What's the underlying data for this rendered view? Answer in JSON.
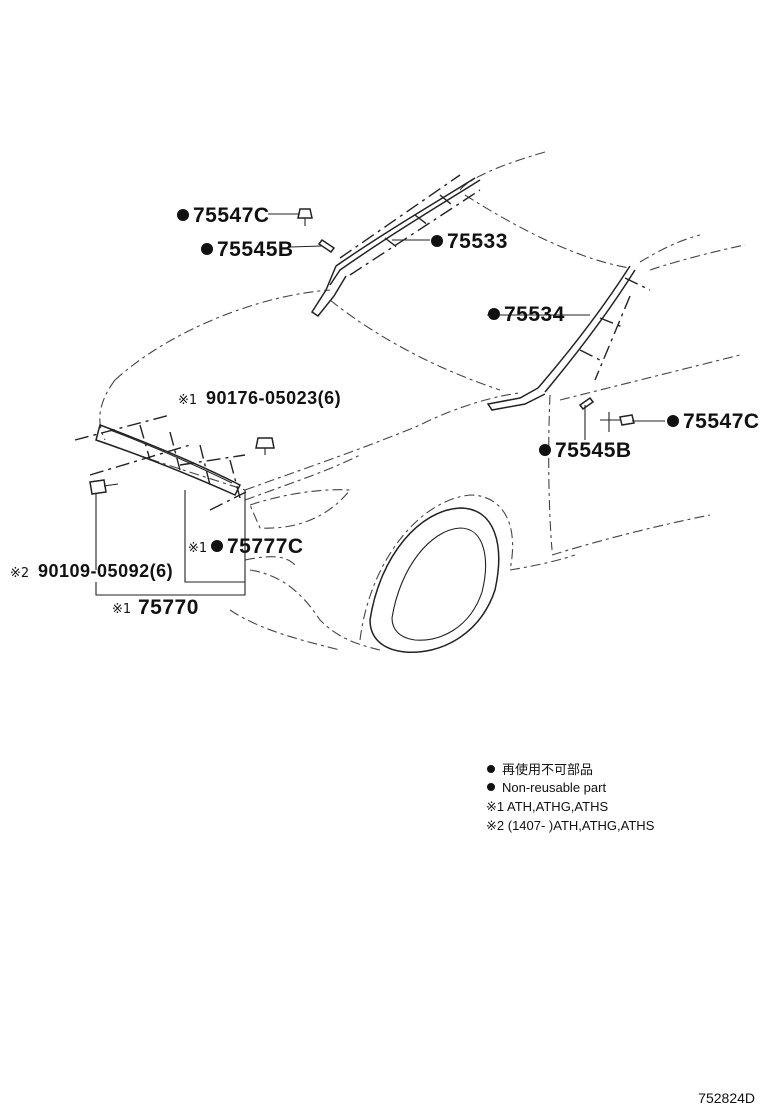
{
  "callouts": {
    "c75547c_top": "75547C",
    "c75545b_top": "75545B",
    "c75533": "75533",
    "c75534": "75534",
    "c75547c_right": "75547C",
    "c75545b_right": "75545B",
    "c90176_mark": "※1",
    "c90176": "90176-05023(6)",
    "c75777c_mark": "※1",
    "c75777c": "75777C",
    "c90109_mark": "※2",
    "c90109": "90109-05092(6)",
    "c75770_mark": "※1",
    "c75770": "75770"
  },
  "legend": {
    "line1": "再使用不可部品",
    "line2": "Non-reusable part",
    "line3": "※1 ATH,ATHG,ATHS",
    "line4": "※2 (1407-      )ATH,ATHG,ATHS"
  },
  "diagram_code": "752824D",
  "colors": {
    "ink": "#111111",
    "background": "#ffffff"
  },
  "icons": {
    "non_reusable_marker": "filled-circle"
  }
}
